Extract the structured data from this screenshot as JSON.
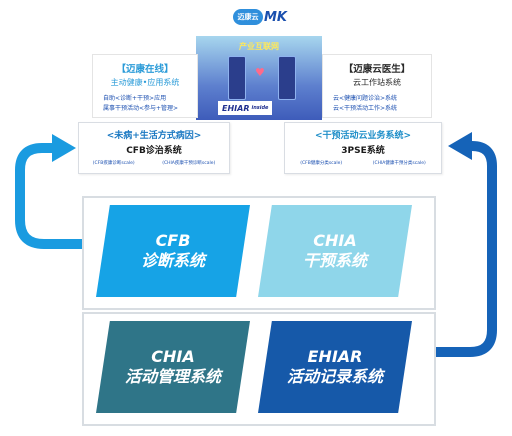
{
  "logo": {
    "cloud_text": "迈康云",
    "mark_text": "MK"
  },
  "center": {
    "label": "产业互联网",
    "ehiar": "EHIAR",
    "ehiar_suffix": "inside"
  },
  "left_panel": {
    "title": "【迈康在线】",
    "subtitle": "主动健康•应用系统",
    "lines": [
      "自助<诊断+干预>应用",
      "属事干预活动<参与+管理>"
    ]
  },
  "right_panel": {
    "title": "【迈康云医生】",
    "subtitle": "云工作站系统",
    "lines": [
      "云<健康问题诊治>系统",
      "云<干预活动工作>系统"
    ]
  },
  "left_card": {
    "title": "<未病+生活方式病因>",
    "subtitle": "CFB诊治系统",
    "foot": [
      "(CFB疾康诊断scale)",
      "(CHIA疾康干预诊断scale)"
    ]
  },
  "right_card": {
    "title": "<干预活动云业务系统>",
    "subtitle": "3PSE系统",
    "foot": [
      "(CFB健康分类scale)",
      "(CHIA健康干预分类scale)"
    ]
  },
  "modules": [
    {
      "line1": "CFB",
      "line2": "诊断系统",
      "color": "#16a3e6"
    },
    {
      "line1": "CHIA",
      "line2": "干预系统",
      "color": "#8fd6ea"
    },
    {
      "line1": "CHIA",
      "line2": "活动管理系统",
      "color": "#2f7588"
    },
    {
      "line1": "EHIAR",
      "line2": "活动记录系统",
      "color": "#1659a9"
    }
  ],
  "colors": {
    "arrow_left": "#1a9be0",
    "arrow_right": "#1563b8",
    "left_accent": "#2a9bd8",
    "right_accent": "#2a2a2a",
    "card_left_title": "#1a78c2",
    "card_right_title": "#1e8ec8",
    "line_left": "#1b4fb0",
    "line_right": "#1b4fb0"
  }
}
